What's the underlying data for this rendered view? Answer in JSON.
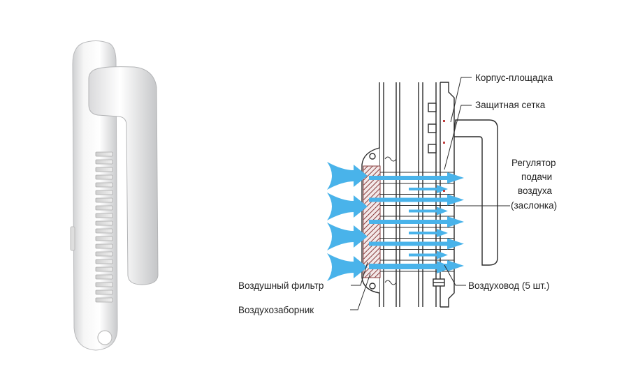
{
  "labels": {
    "housing": "Корпус-площадка",
    "mesh": "Защитная сетка",
    "regulator_l1": "Регулятор",
    "regulator_l2": "подачи",
    "regulator_l3": "воздуха",
    "regulator_l4": "(заслонка)",
    "filter": "Воздушный фильтр",
    "duct": "Воздуховод (5 шт.)",
    "intake": "Воздухозаборник"
  },
  "colors": {
    "airflow": "#49b3ea",
    "line": "#2b2b2b",
    "handle": "#eeeeee",
    "filter": "#8a3d3d"
  },
  "icons": {
    "airflow": "airflow-arrow-icon"
  }
}
